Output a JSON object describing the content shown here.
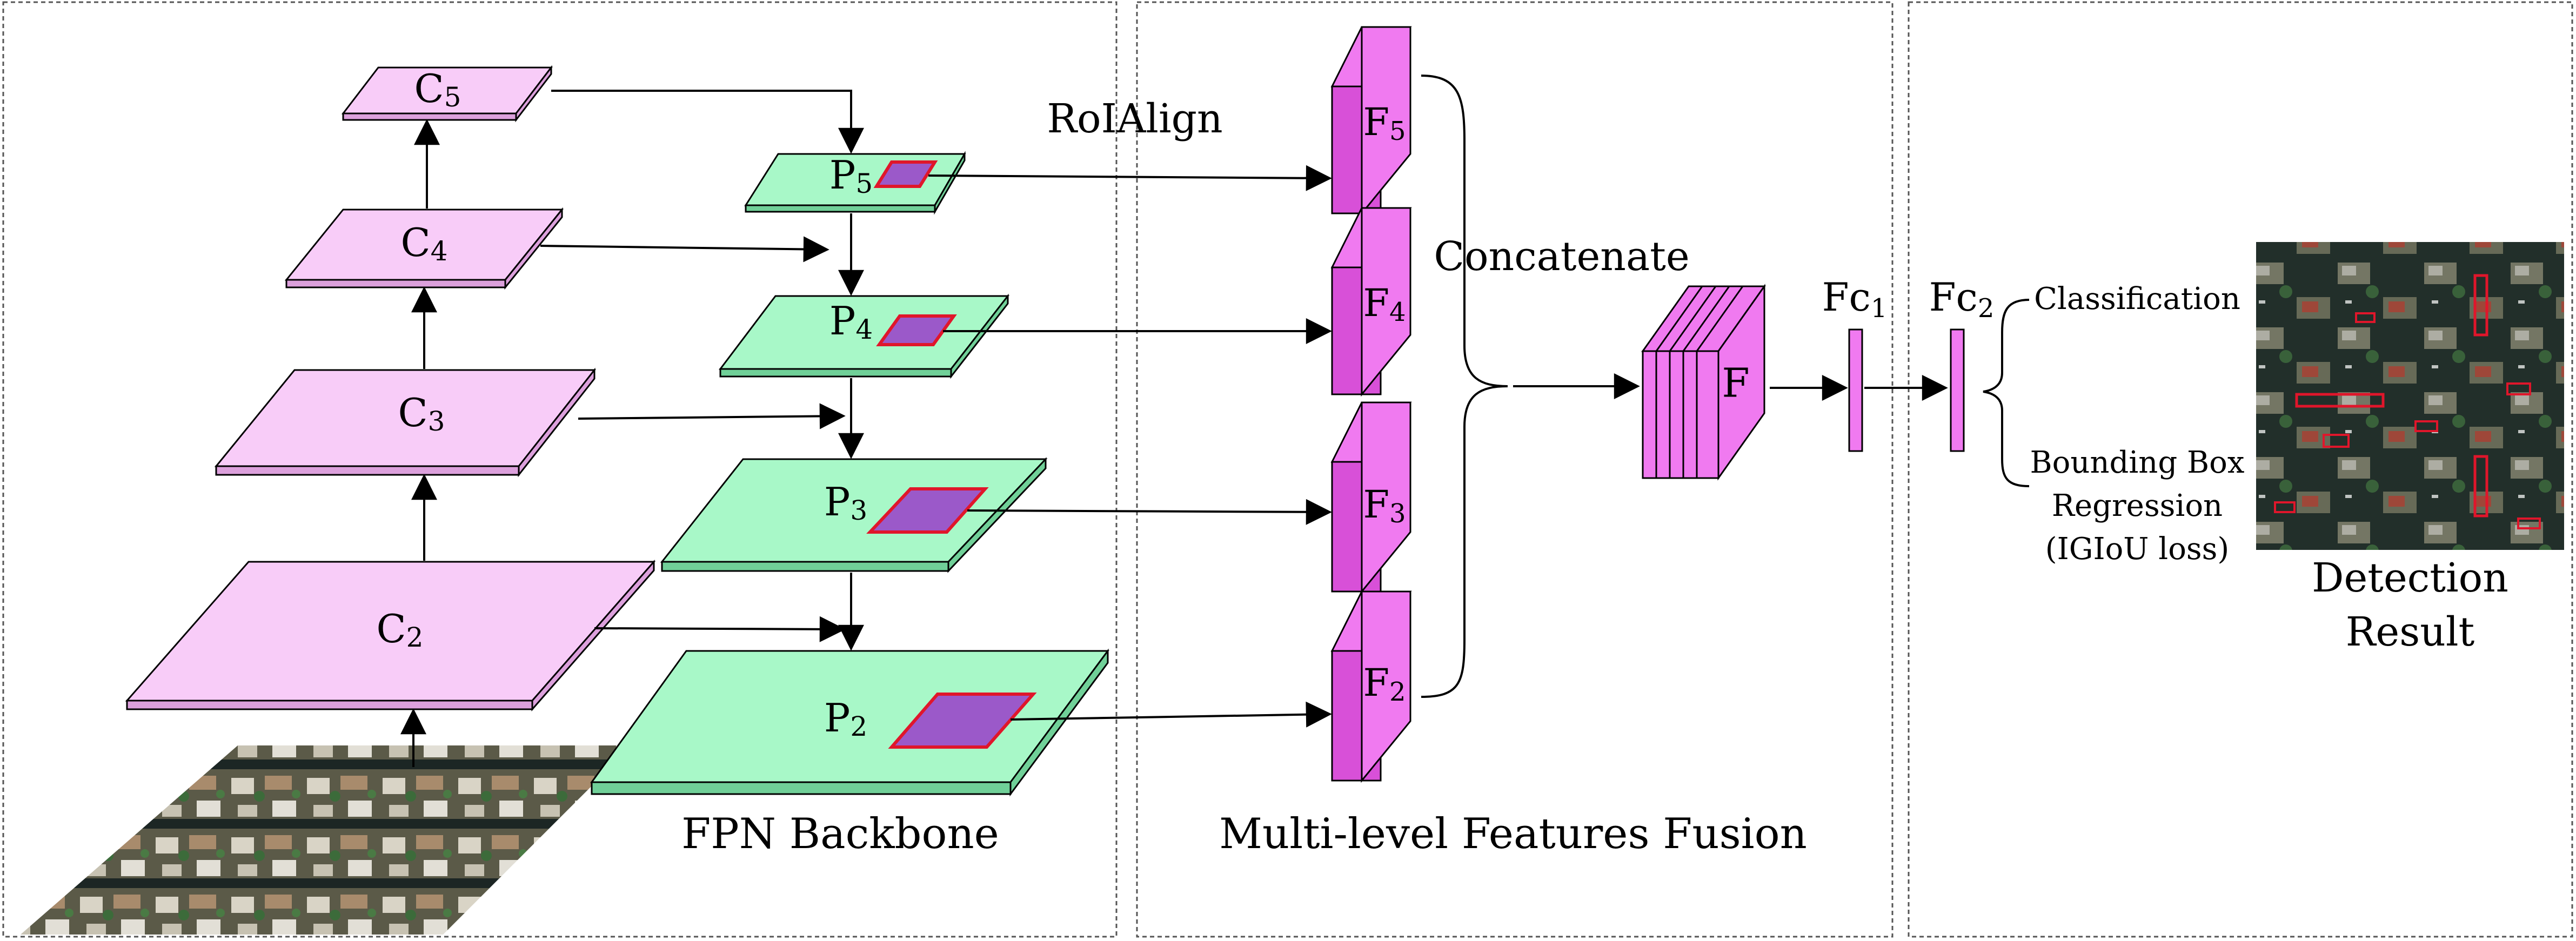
{
  "panels": {
    "backbone_caption": "FPN Backbone",
    "fusion_caption": "Multi-level Features Fusion"
  },
  "backbone": {
    "c_levels": [
      {
        "letter": "C",
        "index": "2"
      },
      {
        "letter": "C",
        "index": "3"
      },
      {
        "letter": "C",
        "index": "4"
      },
      {
        "letter": "C",
        "index": "5"
      }
    ],
    "p_levels": [
      {
        "letter": "P",
        "index": "2"
      },
      {
        "letter": "P",
        "index": "3"
      },
      {
        "letter": "P",
        "index": "4"
      },
      {
        "letter": "P",
        "index": "5"
      }
    ]
  },
  "fusion": {
    "roi_label": "RoIAlign",
    "f_levels": [
      {
        "letter": "F",
        "index": "5"
      },
      {
        "letter": "F",
        "index": "4"
      },
      {
        "letter": "F",
        "index": "3"
      },
      {
        "letter": "F",
        "index": "2"
      }
    ],
    "concat_label": "Concatenate",
    "fused_label": "F"
  },
  "head": {
    "fc1": {
      "letter": "Fc",
      "index": "1"
    },
    "fc2": {
      "letter": "Fc",
      "index": "2"
    },
    "classification": "Classification",
    "bbox_line1": "Bounding Box",
    "bbox_line2": "Regression",
    "bbox_line3": "(IGIoU loss)",
    "result_line1": "Detection",
    "result_line2": "Result"
  },
  "colors": {
    "c_fill": "#f8ccf8",
    "c_side": "#dca0dc",
    "p_fill": "#a8f8c8",
    "p_side": "#70d098",
    "roi_fill": "#9b59c9",
    "roi_stroke": "#e0162b",
    "f_fill": "#f07af0",
    "f_side": "#d850d8",
    "water": "#1d2a26",
    "box": "#e0162b"
  }
}
